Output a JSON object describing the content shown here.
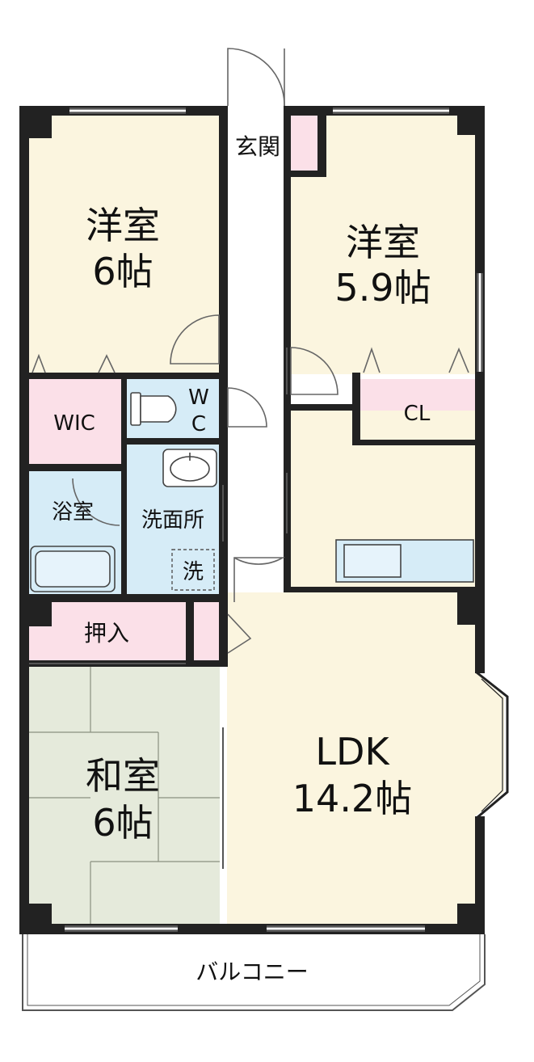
{
  "colors": {
    "western": "#fbf5df",
    "storage": "#fbe0e8",
    "water": "#d6ecf7",
    "tatami": "#e5eadb",
    "wall": "#222222",
    "corridor": "#ffffff"
  },
  "rooms": {
    "western_left": {
      "name": "洋室",
      "size": "6帖"
    },
    "western_right": {
      "name": "洋室",
      "size": "5.9帖"
    },
    "genkan": {
      "name": "玄関"
    },
    "wic": {
      "name": "WIC"
    },
    "wc": {
      "line1": "W",
      "line2": "C"
    },
    "cl": {
      "name": "CL"
    },
    "bath": {
      "name": "浴室"
    },
    "washroom": {
      "name": "洗面所"
    },
    "washer": {
      "name": "洗"
    },
    "oshiire": {
      "name": "押入"
    },
    "washitsu": {
      "name": "和室",
      "size": "6帖"
    },
    "ldk": {
      "name": "LDK",
      "size": "14.2帖"
    },
    "balcony": {
      "name": "バルコニー"
    }
  },
  "icons": [
    "door-swing-icon",
    "toilet-icon",
    "sink-icon",
    "bathtub-icon",
    "kitchen-counter-icon"
  ]
}
